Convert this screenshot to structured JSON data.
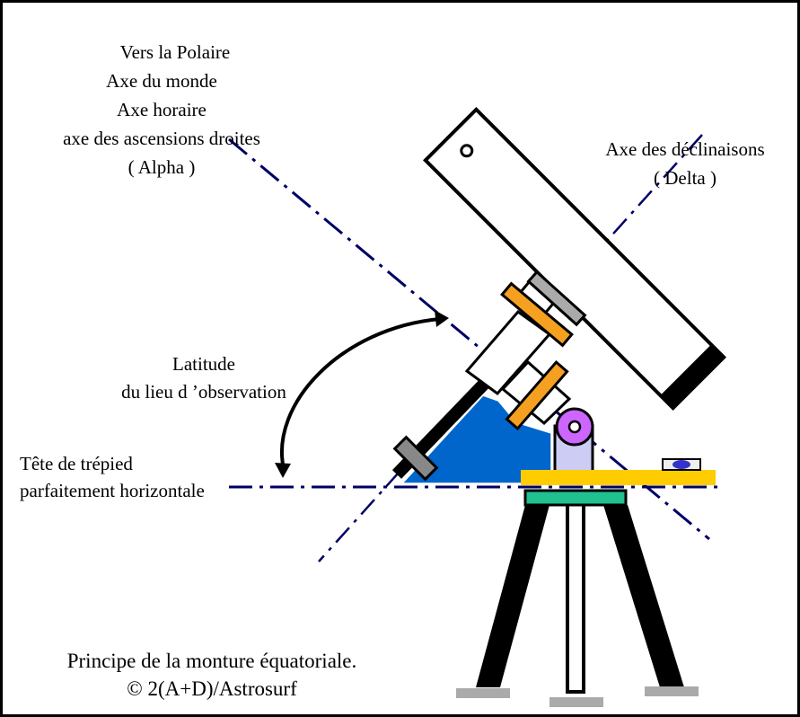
{
  "labels": {
    "polar_axis": [
      "Vers la Polaire",
      "Axe du monde",
      "Axe horaire",
      "axe des ascensions droites",
      "( Alpha )"
    ],
    "dec_axis": [
      "Axe des déclinaisons",
      "( Delta )"
    ],
    "latitude": [
      "Latitude",
      "du lieu d ’observation"
    ],
    "tripod_head": [
      "Tête de trépied",
      "parfaitement horizontale"
    ],
    "caption": [
      "Principe de la monture équatoriale.",
      "© 2(A+D)/Astrosurf"
    ]
  },
  "colors": {
    "axis_line": "#000066",
    "base_blue": "#0066cc",
    "disc_orange": "#f5a020",
    "plate_yellow": "#ffcc00",
    "purple": "#cc66ff",
    "lavender": "#ccccf5",
    "green": "#20c090",
    "gray": "#aaaaaa"
  }
}
